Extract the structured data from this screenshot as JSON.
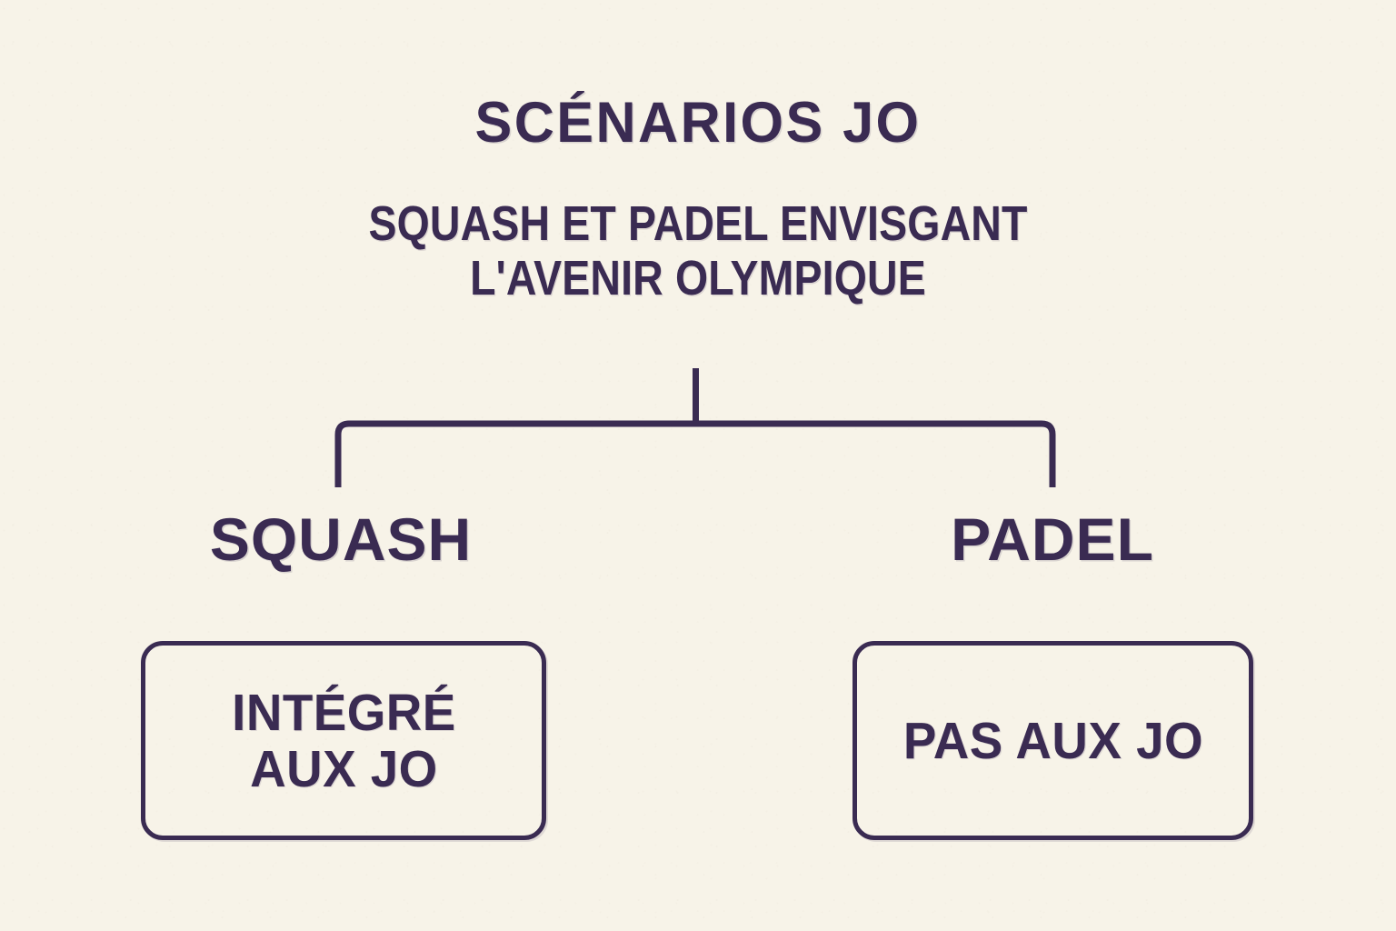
{
  "theme": {
    "background_color": "#F7F3E8",
    "ink_color": "#3A2B52"
  },
  "header": {
    "title": "SCÉNARIOS JO",
    "subtitle_line_1": "SQUASH ET PADEL ENVISGANT",
    "subtitle_line_2": "L'AVENIR OLYMPIQUE"
  },
  "branches": {
    "left": {
      "label": "SQUASH",
      "outcome_line_1": "INTÉGRÉ",
      "outcome_line_2": "AUX JO"
    },
    "right": {
      "label": "PADEL",
      "outcome_line_1": "PAS AUX JO",
      "outcome_line_2": ""
    }
  },
  "chart_data": {
    "type": "diagram",
    "diagram_kind": "tree",
    "title": "SCÉNARIOS JO",
    "subtitle": "SQUASH ET PADEL ENVISGANT L'AVENIR OLYMPIQUE",
    "root": "SCÉNARIOS JO",
    "nodes": [
      {
        "id": "squash",
        "label": "SQUASH",
        "outcome": "INTÉGRÉ AUX JO",
        "side": "left"
      },
      {
        "id": "padel",
        "label": "PADEL",
        "outcome": "PAS AUX JO",
        "side": "right"
      }
    ],
    "edges": [
      {
        "from": "root",
        "to": "squash"
      },
      {
        "from": "root",
        "to": "padel"
      }
    ]
  }
}
